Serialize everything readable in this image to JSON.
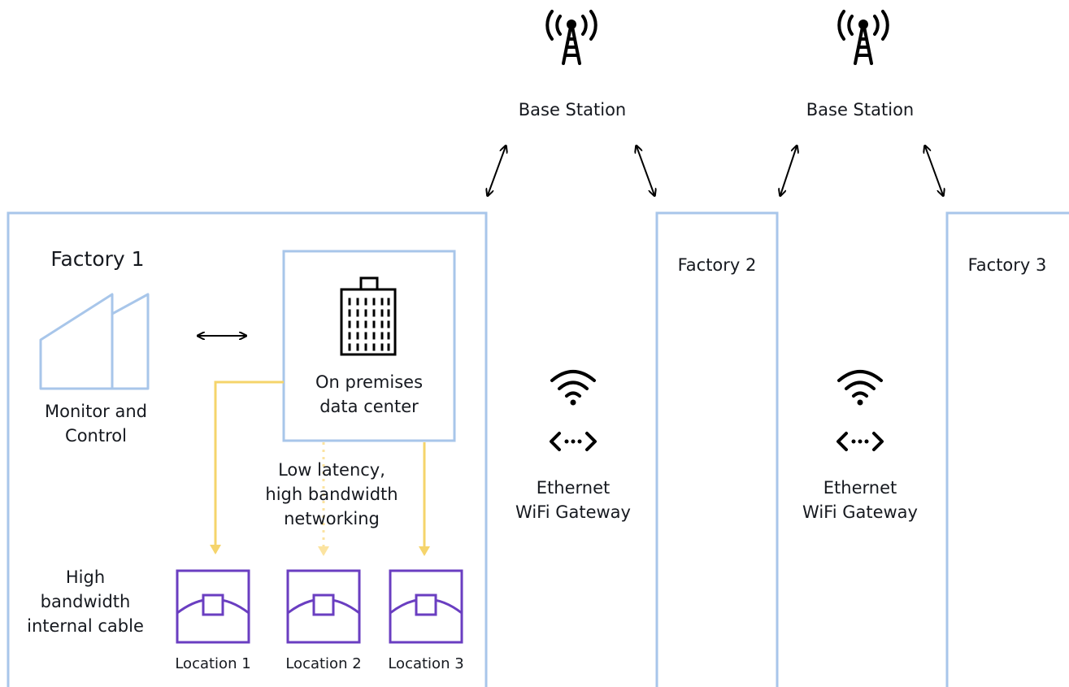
{
  "base_stations": [
    {
      "label": "Base Station",
      "icon": "cell-tower-icon"
    },
    {
      "label": "Base Station",
      "icon": "cell-tower-icon"
    }
  ],
  "factory1": {
    "title": "Factory 1",
    "monitor_label": [
      "Monitor and",
      "Control"
    ],
    "data_center_label": [
      "On premises",
      "data center"
    ],
    "networking_label": [
      "Low latency,",
      "high bandwidth",
      "networking"
    ],
    "cable_label": [
      "High",
      "bandwidth",
      "internal cable"
    ],
    "locations": [
      "Location 1",
      "Location 2",
      "Location 3"
    ]
  },
  "factory2": {
    "title": "Factory 2"
  },
  "factory3": {
    "title": "Factory 3"
  },
  "gateways": [
    {
      "label": [
        "Ethernet",
        "WiFi Gateway"
      ],
      "icons": [
        "wifi-icon",
        "ethernet-port-icon"
      ]
    },
    {
      "label": [
        "Ethernet",
        "WiFi Gateway"
      ],
      "icons": [
        "wifi-icon",
        "ethernet-port-icon"
      ]
    }
  ],
  "colors": {
    "factory_border": "#a8c6ea",
    "network_line": "#f5d46b",
    "location_icon": "#6a3ec1",
    "text": "#16191f"
  }
}
